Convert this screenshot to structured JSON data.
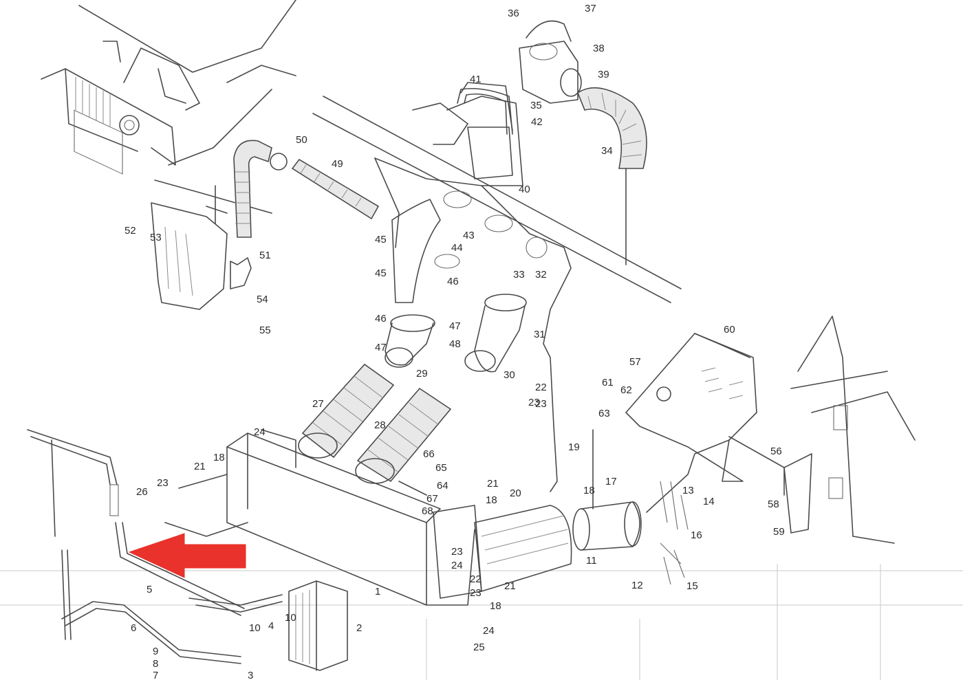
{
  "colors": {
    "line": "#4a4a4a",
    "arrow": "#e8322b",
    "background": "#ffffff"
  },
  "arrow": {
    "color": "#e8322b",
    "direction": "left",
    "icon": "red-arrow-pointing-left"
  },
  "callouts": [
    "1",
    "2",
    "3",
    "4",
    "5",
    "6",
    "7",
    "8",
    "9",
    "10",
    "10",
    "11",
    "12",
    "13",
    "14",
    "15",
    "16",
    "17",
    "18",
    "18",
    "18",
    "18",
    "19",
    "20",
    "21",
    "21",
    "21",
    "22",
    "22",
    "23",
    "23",
    "23",
    "23",
    "23",
    "24",
    "24",
    "24",
    "25",
    "26",
    "27",
    "28",
    "29",
    "30",
    "31",
    "32",
    "33",
    "34",
    "35",
    "36",
    "37",
    "38",
    "39",
    "40",
    "41",
    "42",
    "43",
    "44",
    "45",
    "45",
    "46",
    "46",
    "47",
    "47",
    "48",
    "49",
    "50",
    "51",
    "52",
    "53",
    "54",
    "55",
    "56",
    "57",
    "58",
    "59",
    "60",
    "61",
    "62",
    "63",
    "64",
    "65",
    "66",
    "67",
    "68"
  ]
}
